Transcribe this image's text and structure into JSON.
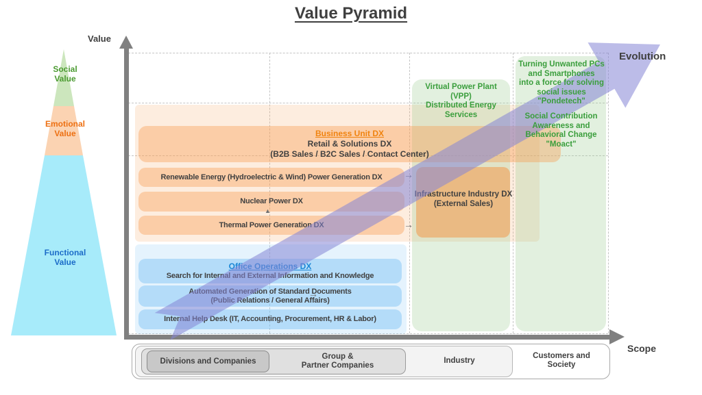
{
  "title": "Value Pyramid",
  "axes": {
    "y_label": "Value",
    "x_label": "Scope",
    "evolution_label": "Evolution"
  },
  "pyramid": {
    "social": {
      "line1": "Social",
      "line2": "Value"
    },
    "emotional": {
      "line1": "Emotional",
      "line2": "Value"
    },
    "functional": {
      "line1": "Functional",
      "line2": "Value"
    }
  },
  "business_dx": {
    "heading": "Business Unit DX",
    "line1": "Retail & Solutions DX",
    "line2": "(B2B Sales / B2C Sales / Contact Center)",
    "renewable": "Renewable Energy (Hydroelectric & Wind) Power Generation DX",
    "nuclear": "Nuclear Power DX",
    "thermal": "Thermal Power Generation DX",
    "infrastructure_line1": "Infrastructure Industry DX",
    "infrastructure_line2": "(External Sales)"
  },
  "office_dx": {
    "heading": "Office Operations DX",
    "search": "Search for Internal and External Information and Knowledge",
    "autogen_line1": "Automated Generation of Standard Documents",
    "autogen_line2": "(Public Relations / General Affairs)",
    "helpdesk": "Internal Help Desk (IT, Accounting, Procurement, HR & Labor)"
  },
  "green_items": {
    "vpp": {
      "lines": [
        "Virtual Power Plant",
        "(VPP)",
        "Distributed Energy",
        "Services"
      ]
    },
    "pondetech": {
      "lines": [
        "Turning Unwanted PCs",
        "and Smartphones",
        "into a force for solving",
        "social issues",
        "\"Pondetech\""
      ]
    },
    "moact": {
      "lines": [
        "Social Contribution",
        "Awareness and",
        "Behavioral Change",
        "\"Moact\""
      ]
    }
  },
  "scope_bar": {
    "divisions": "Divisions and Companies",
    "group_line1": "Group &",
    "group_line2": "Partner Companies",
    "industry": "Industry",
    "customers_line1": "Customers and",
    "customers_line2": "Society"
  },
  "icons": {
    "right_arrow": "→",
    "up_arrow": "▲"
  },
  "colors": {
    "social_green": "#4a9a30",
    "emotional_orange": "#ed7012",
    "functional_blue": "#1c6cc8",
    "green_text": "#3a9e3c",
    "business_heading_orange": "#f0830f",
    "office_heading_blue": "#1b87d6",
    "evolution_purple": "#8585d5",
    "axis_gray": "#808080",
    "pyramid_social_fill": "#cce6bd",
    "pyramid_emotional_fill": "#fbd3b2",
    "pyramid_functional_fill": "#a7ebfa"
  }
}
